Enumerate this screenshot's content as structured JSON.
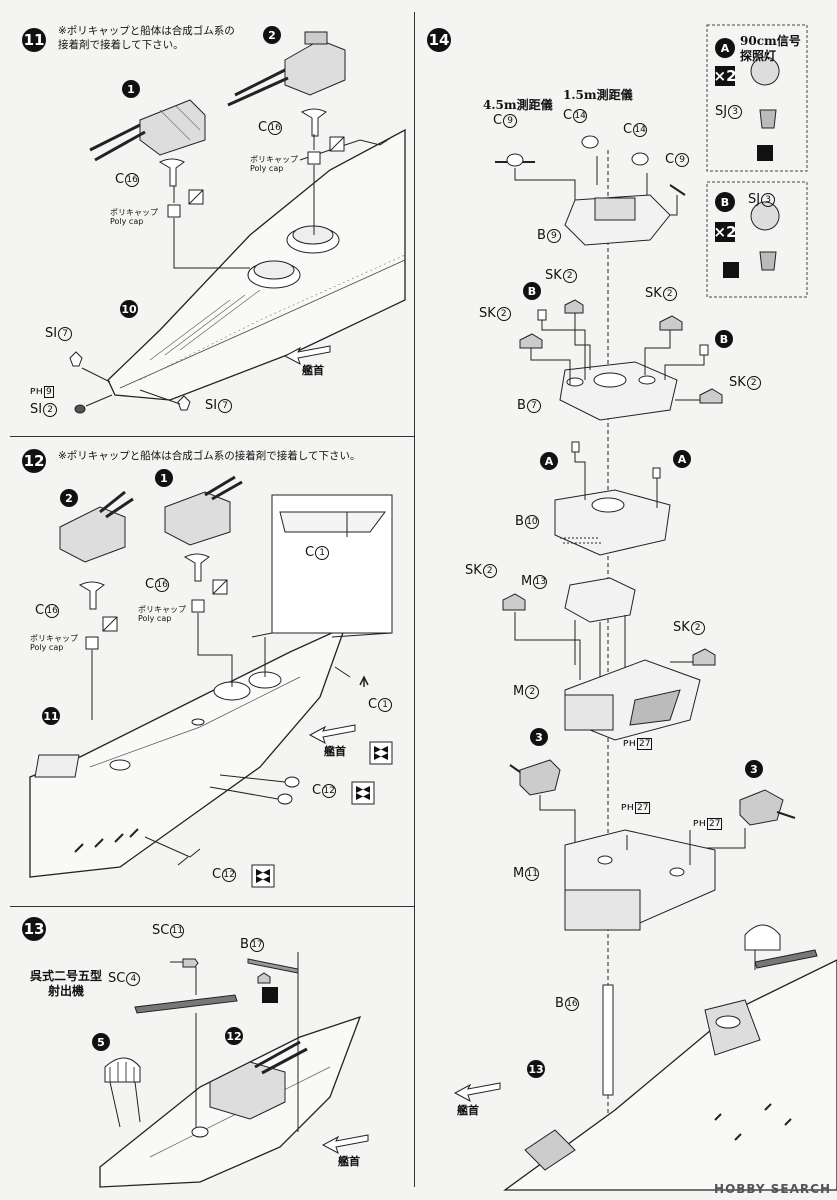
{
  "steps": {
    "s11": {
      "number": "11",
      "note": "※ポリキャップと船体は合成ゴム系の\n接着剤で接着して下さい。",
      "parts": {
        "turret1": "1",
        "turret2": "2",
        "hull10": "10",
        "c16a": "C",
        "c16a_n": "16",
        "c16b": "C",
        "c16b_n": "16",
        "polycap_jp": "ポリキャップ",
        "polycap_en": "Poly cap",
        "si7a": "SI",
        "si7a_n": "7",
        "si7b": "SI",
        "si7b_n": "7",
        "si2": "SI",
        "si2_n": "2",
        "ph9": "9",
        "bow": "艦首"
      }
    },
    "s12": {
      "number": "12",
      "note": "※ポリキャップと船体は合成ゴム系の接着剤で接着して下さい。",
      "parts": {
        "turret2": "2",
        "turret1": "1",
        "hull11": "11",
        "c16a": "C",
        "c16a_n": "16",
        "c16b": "C",
        "c16b_n": "16",
        "polycap_jp": "ポリキャップ",
        "polycap_en": "Poly cap",
        "c1a": "C",
        "c1a_n": "1",
        "c1b": "C",
        "c1b_n": "1",
        "c12a": "C",
        "c12a_n": "12",
        "c12b": "C",
        "c12b_n": "12",
        "bow": "艦首"
      }
    },
    "s13": {
      "number": "13",
      "parts": {
        "sc11": "SC",
        "sc11_n": "11",
        "b17": "B",
        "b17_n": "17",
        "sc4": "SC",
        "sc4_n": "4",
        "catapult_1": "呉式二号五型",
        "catapult_2": "射出機",
        "p5": "5",
        "p12": "12",
        "bow": "艦首"
      }
    },
    "s14": {
      "number": "14",
      "parts": {
        "rf45": "4.5m測距儀",
        "rf15": "1.5m測距儀",
        "c9a": "C",
        "c9a_n": "9",
        "c14a": "C",
        "c14a_n": "14",
        "c14b": "C",
        "c14b_n": "14",
        "c9b": "C",
        "c9b_n": "9",
        "b9": "B",
        "b9_n": "9",
        "sk2a": "SK",
        "sk2a_n": "2",
        "sk2b": "SK",
        "sk2b_n": "2",
        "sk2c": "SK",
        "sk2c_n": "2",
        "sk2d": "SK",
        "sk2d_n": "2",
        "callB1": "B",
        "callB2": "B",
        "b7": "B",
        "b7_n": "7",
        "callA1": "A",
        "callA2": "A",
        "b10": "B",
        "b10_n": "10",
        "sk2e": "SK",
        "sk2e_n": "2",
        "m13": "M",
        "m13_n": "13",
        "sk2f": "SK",
        "sk2f_n": "2",
        "m2": "M",
        "m2_n": "2",
        "ph27a": "27",
        "turret3a": "3",
        "turret3b": "3",
        "ph27b": "27",
        "ph27c": "27",
        "m11": "M",
        "m11_n": "11",
        "b16": "B",
        "b16_n": "16",
        "hull13": "13",
        "bow": "艦首"
      },
      "subA": {
        "letter": "A",
        "title_1": "90cm信号",
        "title_2": "探照灯",
        "qty": "×2",
        "part": "SJ",
        "part_n": "3"
      },
      "subB": {
        "letter": "B",
        "qty": "×2",
        "part": "SJ",
        "part_n": "3"
      }
    }
  },
  "watermark": "HOBBY SEARCH"
}
